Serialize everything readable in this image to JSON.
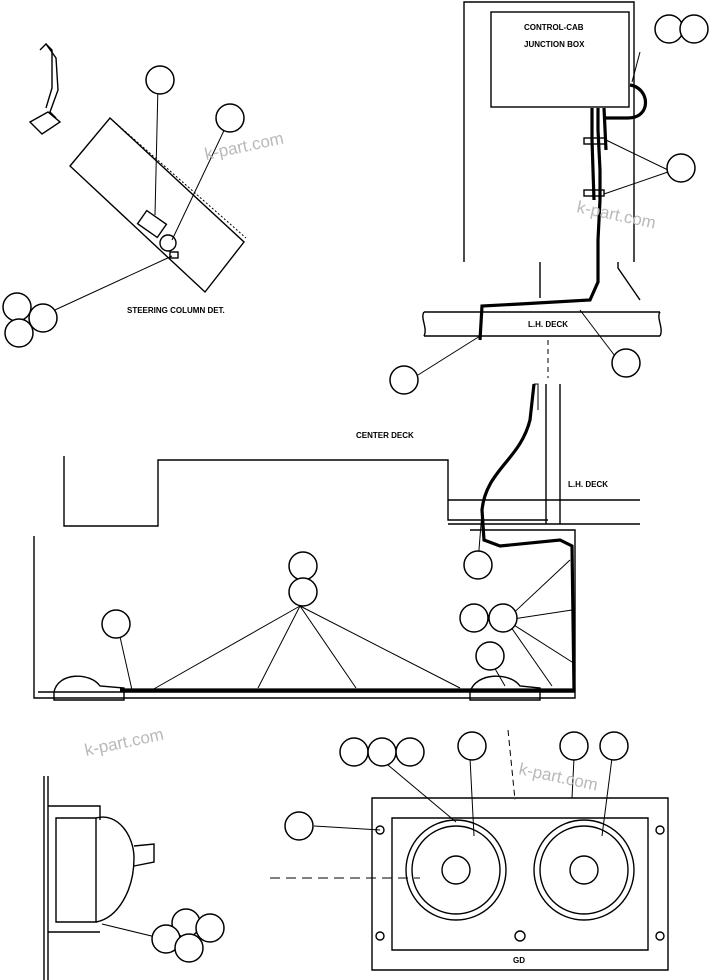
{
  "labels": {
    "control_cab": "CONTROL-CAB",
    "junction_box": "JUNCTION BOX",
    "steering_column": "STEERING COLUMN DET.",
    "lh_deck_top": "L.H. DECK",
    "center_deck": "CENTER DECK",
    "lh_deck_mid": "L.H. DECK",
    "gd": "GD"
  },
  "watermarks": [
    "k-part.com",
    "k-part.com",
    "k-part.com",
    "k-part.com"
  ]
}
